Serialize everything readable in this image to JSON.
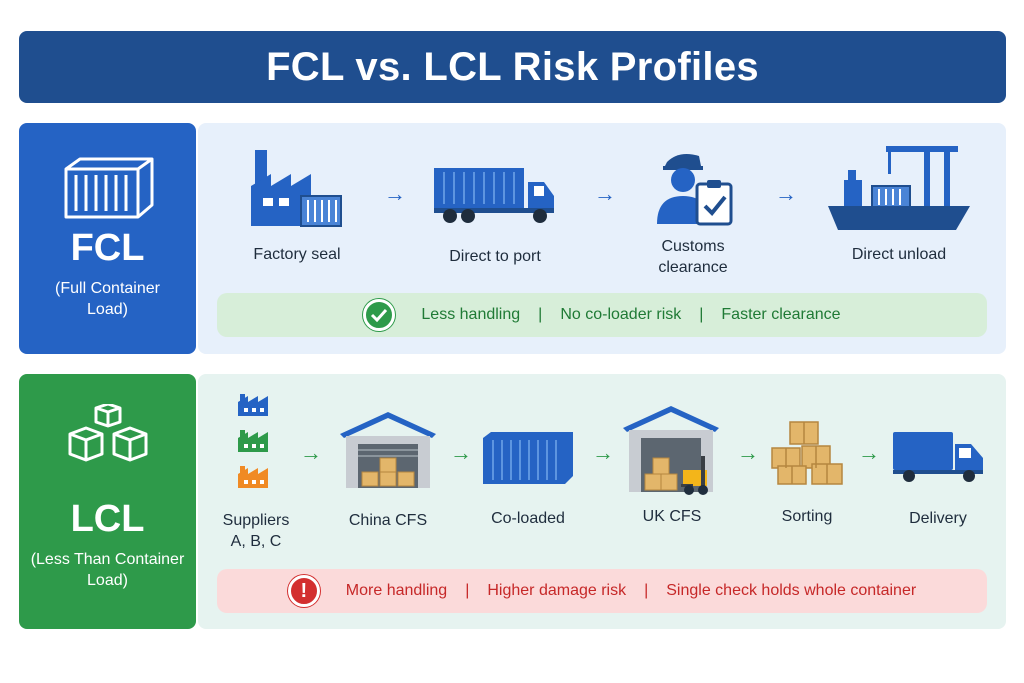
{
  "title": "FCL vs. LCL Risk Profiles",
  "fcl": {
    "abbr": "FCL",
    "full": "(Full Container Load)",
    "steps": [
      {
        "label": "Factory seal"
      },
      {
        "label": "Direct to port"
      },
      {
        "label": "Customs clearance"
      },
      {
        "label": "Direct unload"
      }
    ],
    "benefits": [
      "Less handling",
      "No co-loader risk",
      "Faster clearance"
    ],
    "separator": "|"
  },
  "lcl": {
    "abbr": "LCL",
    "full": "(Less Than Container Load)",
    "steps": [
      {
        "label": "Suppliers A, B, C"
      },
      {
        "label": "China CFS"
      },
      {
        "label": "Co-loaded"
      },
      {
        "label": "UK CFS"
      },
      {
        "label": "Sorting"
      },
      {
        "label": "Delivery"
      }
    ],
    "risks": [
      "More handling",
      "Higher damage risk",
      "Single check holds whole container"
    ],
    "separator": "|",
    "alert_symbol": "!"
  },
  "arrow_symbol": "→",
  "colors": {
    "title_bg": "#1f4e8f",
    "fcl_blue": "#2563c4",
    "lcl_green": "#2e9a4a",
    "benefit_text": "#1f7a35",
    "risk_text": "#c62828",
    "supplier_a": "#2563c4",
    "supplier_b": "#2e9a4a",
    "supplier_c": "#f08a24",
    "box_tan": "#e3b66a"
  },
  "icons": {
    "fcl_header": "shipping-container-icon",
    "lcl_header": "stacked-cubes-icon",
    "factory_seal": "factory-container-icon",
    "direct_to_port": "container-truck-icon",
    "customs": "customs-officer-icon",
    "direct_unload": "ship-crane-icon",
    "suppliers": "factory-icons",
    "china_cfs": "warehouse-icon",
    "co_loaded": "container-icon",
    "uk_cfs": "warehouse-forklift-icon",
    "sorting": "boxes-icon",
    "delivery": "delivery-truck-icon",
    "check": "check-icon",
    "alert": "alert-icon"
  }
}
